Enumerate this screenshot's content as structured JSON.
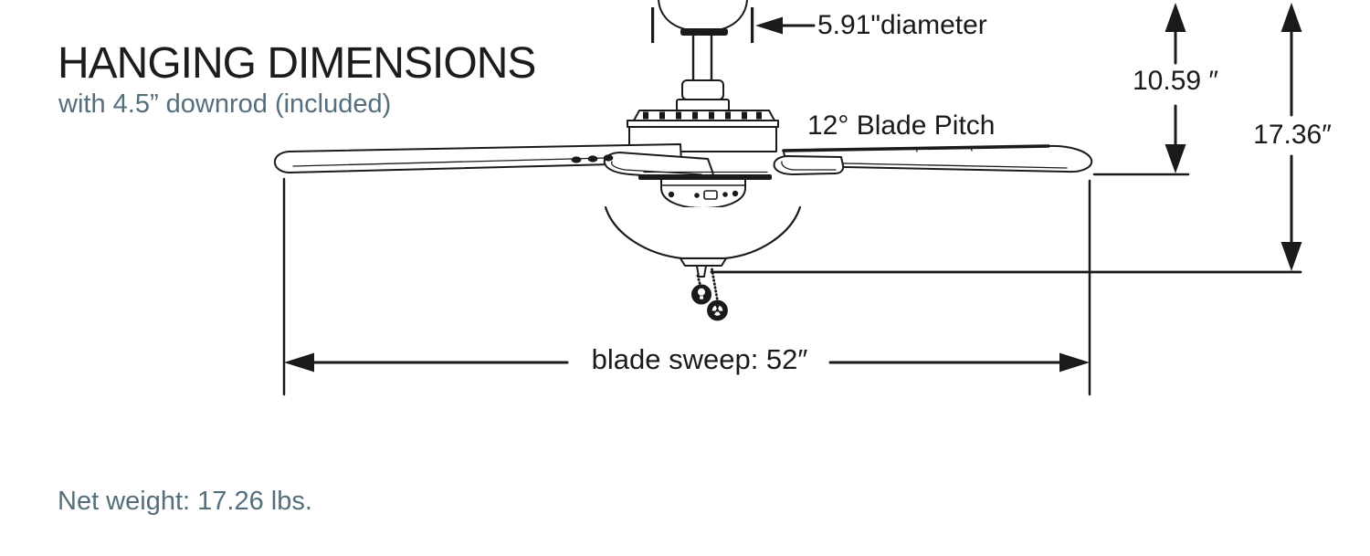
{
  "header": {
    "title": "HANGING DIMENSIONS",
    "subtitle": "with 4.5” downrod (included)"
  },
  "dimensions": {
    "canopy_diameter": "5.91\"diameter",
    "blade_pitch": "12° Blade Pitch",
    "height_to_blades": "10.59 ″",
    "height_total": "17.36″",
    "blade_sweep": "blade sweep: 52″"
  },
  "footer": {
    "net_weight": "Net weight: 17.26 lbs."
  },
  "colors": {
    "ink": "#1a1a1a",
    "slate": "#546e7c",
    "background": "#ffffff"
  },
  "icons": {
    "light_pull": "light-bulb-icon",
    "fan_pull": "fan-icon"
  }
}
